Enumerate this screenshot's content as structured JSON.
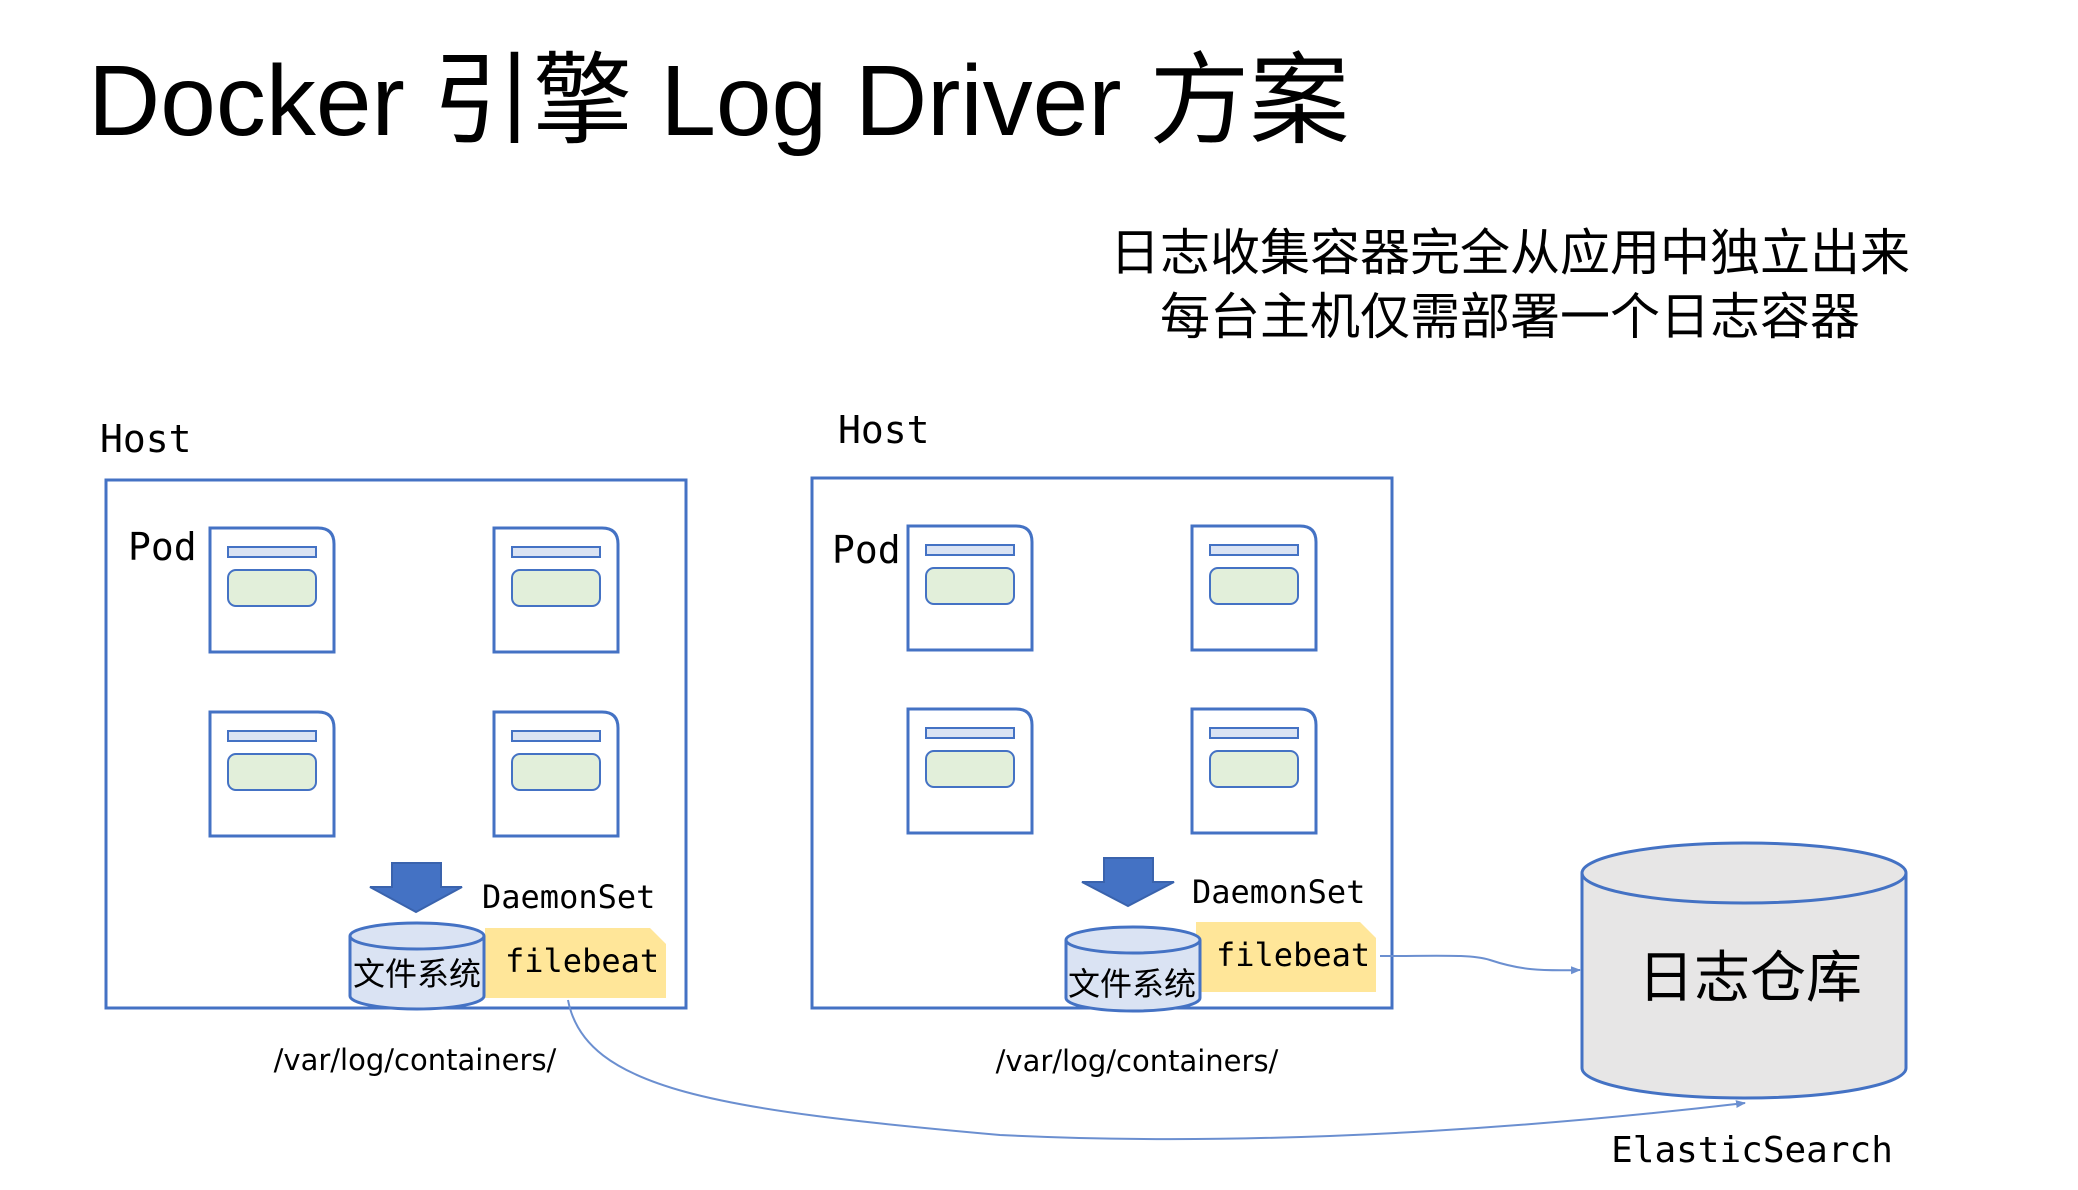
{
  "title": "Docker  引擎 Log Driver  方案",
  "subtitle": {
    "line1": "日志收集容器完全从应用中独立出来",
    "line2": "每台主机仅需部署一个日志容器"
  },
  "host_left": {
    "label": "Host",
    "pod_label": "Pod",
    "daemonset_label": "DaemonSet",
    "fs_label": "文件系统",
    "agent_label": "filebeat",
    "path_label": "/var/log/containers/"
  },
  "host_right": {
    "label": "Host",
    "pod_label": "Pod",
    "daemonset_label": "DaemonSet",
    "fs_label": "文件系统",
    "agent_label": "filebeat",
    "path_label": "/var/log/containers/"
  },
  "repository": {
    "label": "日志仓库",
    "caption": "ElasticSearch"
  },
  "colors": {
    "box_border": "#4472c4",
    "pod_fill": "#ffffff",
    "pod_header_fill": "#dae3f3",
    "pod_body_fill": "#e2efda",
    "arrow_fill": "#4472c4",
    "cylinder_fill": "#dae3f3",
    "filebeat_fill": "#ffe699",
    "repo_fill": "#e7e6e6",
    "connector": "#6b8fd0"
  },
  "icons": {
    "pod": "pod-document-icon",
    "arrow": "down-arrow-icon",
    "file_system": "database-cylinder-icon",
    "repository": "database-cylinder-icon"
  }
}
